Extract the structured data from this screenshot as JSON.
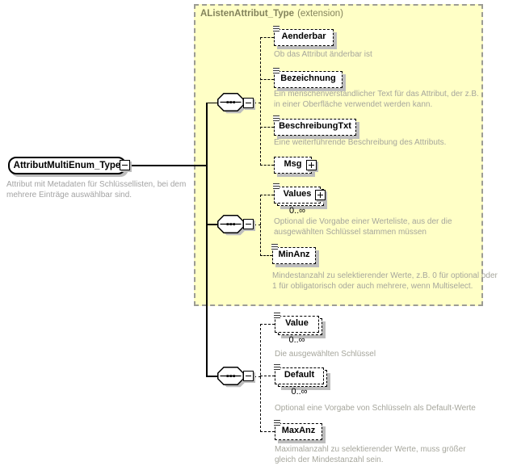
{
  "diagram": {
    "root": {
      "name": "AttributMultiEnum_Type",
      "description": "Attribut mit Metadaten für Schlüssellisten, bei dem mehrere Einträge auswählbar sind."
    },
    "extension": {
      "title": "AListenAttribut_Type",
      "title_suffix": "(extension)"
    },
    "groups": [
      {
        "compositor": "sequence",
        "children": [
          {
            "name": "Aenderbar",
            "desc": "Ob das Attribut änderbar ist"
          },
          {
            "name": "Bezeichnung",
            "desc": "Ein menschenverständlicher Text für das Attribut, der z.B. in einer Oberfläche verwendet werden kann."
          },
          {
            "name": "BeschreibungTxt",
            "desc": "Eine weiterführende Beschreibung des Attributs."
          },
          {
            "name": "Msg"
          }
        ]
      },
      {
        "compositor": "sequence",
        "children": [
          {
            "name": "Values",
            "multiplicity": "0..∞",
            "desc": "Optional die Vorgabe einer Werteliste, aus der die ausgewählten Schlüssel stammen müssen"
          },
          {
            "name": "MinAnz",
            "desc": "Mindestanzahl zu selektierender Werte, z.B. 0 für optional oder 1 für obligatorisch oder auch mehrere, wenn Multiselect."
          }
        ]
      },
      {
        "compositor": "sequence",
        "children": [
          {
            "name": "Value",
            "multiplicity": "0..∞",
            "desc": "Die ausgewählten Schlüssel"
          },
          {
            "name": "Default",
            "multiplicity": "0..∞",
            "desc": "Optional eine Vorgabe von Schlüsseln als Default-Werte"
          },
          {
            "name": "MaxAnz",
            "desc": "Maximalanzahl zu selektierender Werte, muss größer gleich der Mindestanzahl sein."
          }
        ]
      }
    ],
    "icons": {
      "collapse": "minus-box-icon",
      "expand": "plus-box-icon",
      "sequence": "sequence-compositor-icon",
      "simple_content": "lines-marker-icon"
    },
    "colors": {
      "extension_bg": "#ffffc6",
      "extension_border": "#9c9c94",
      "extension_title": "#83835c",
      "description_text": "#a6a69c",
      "shadow": "#bdbdbd",
      "line": "#000000"
    }
  }
}
